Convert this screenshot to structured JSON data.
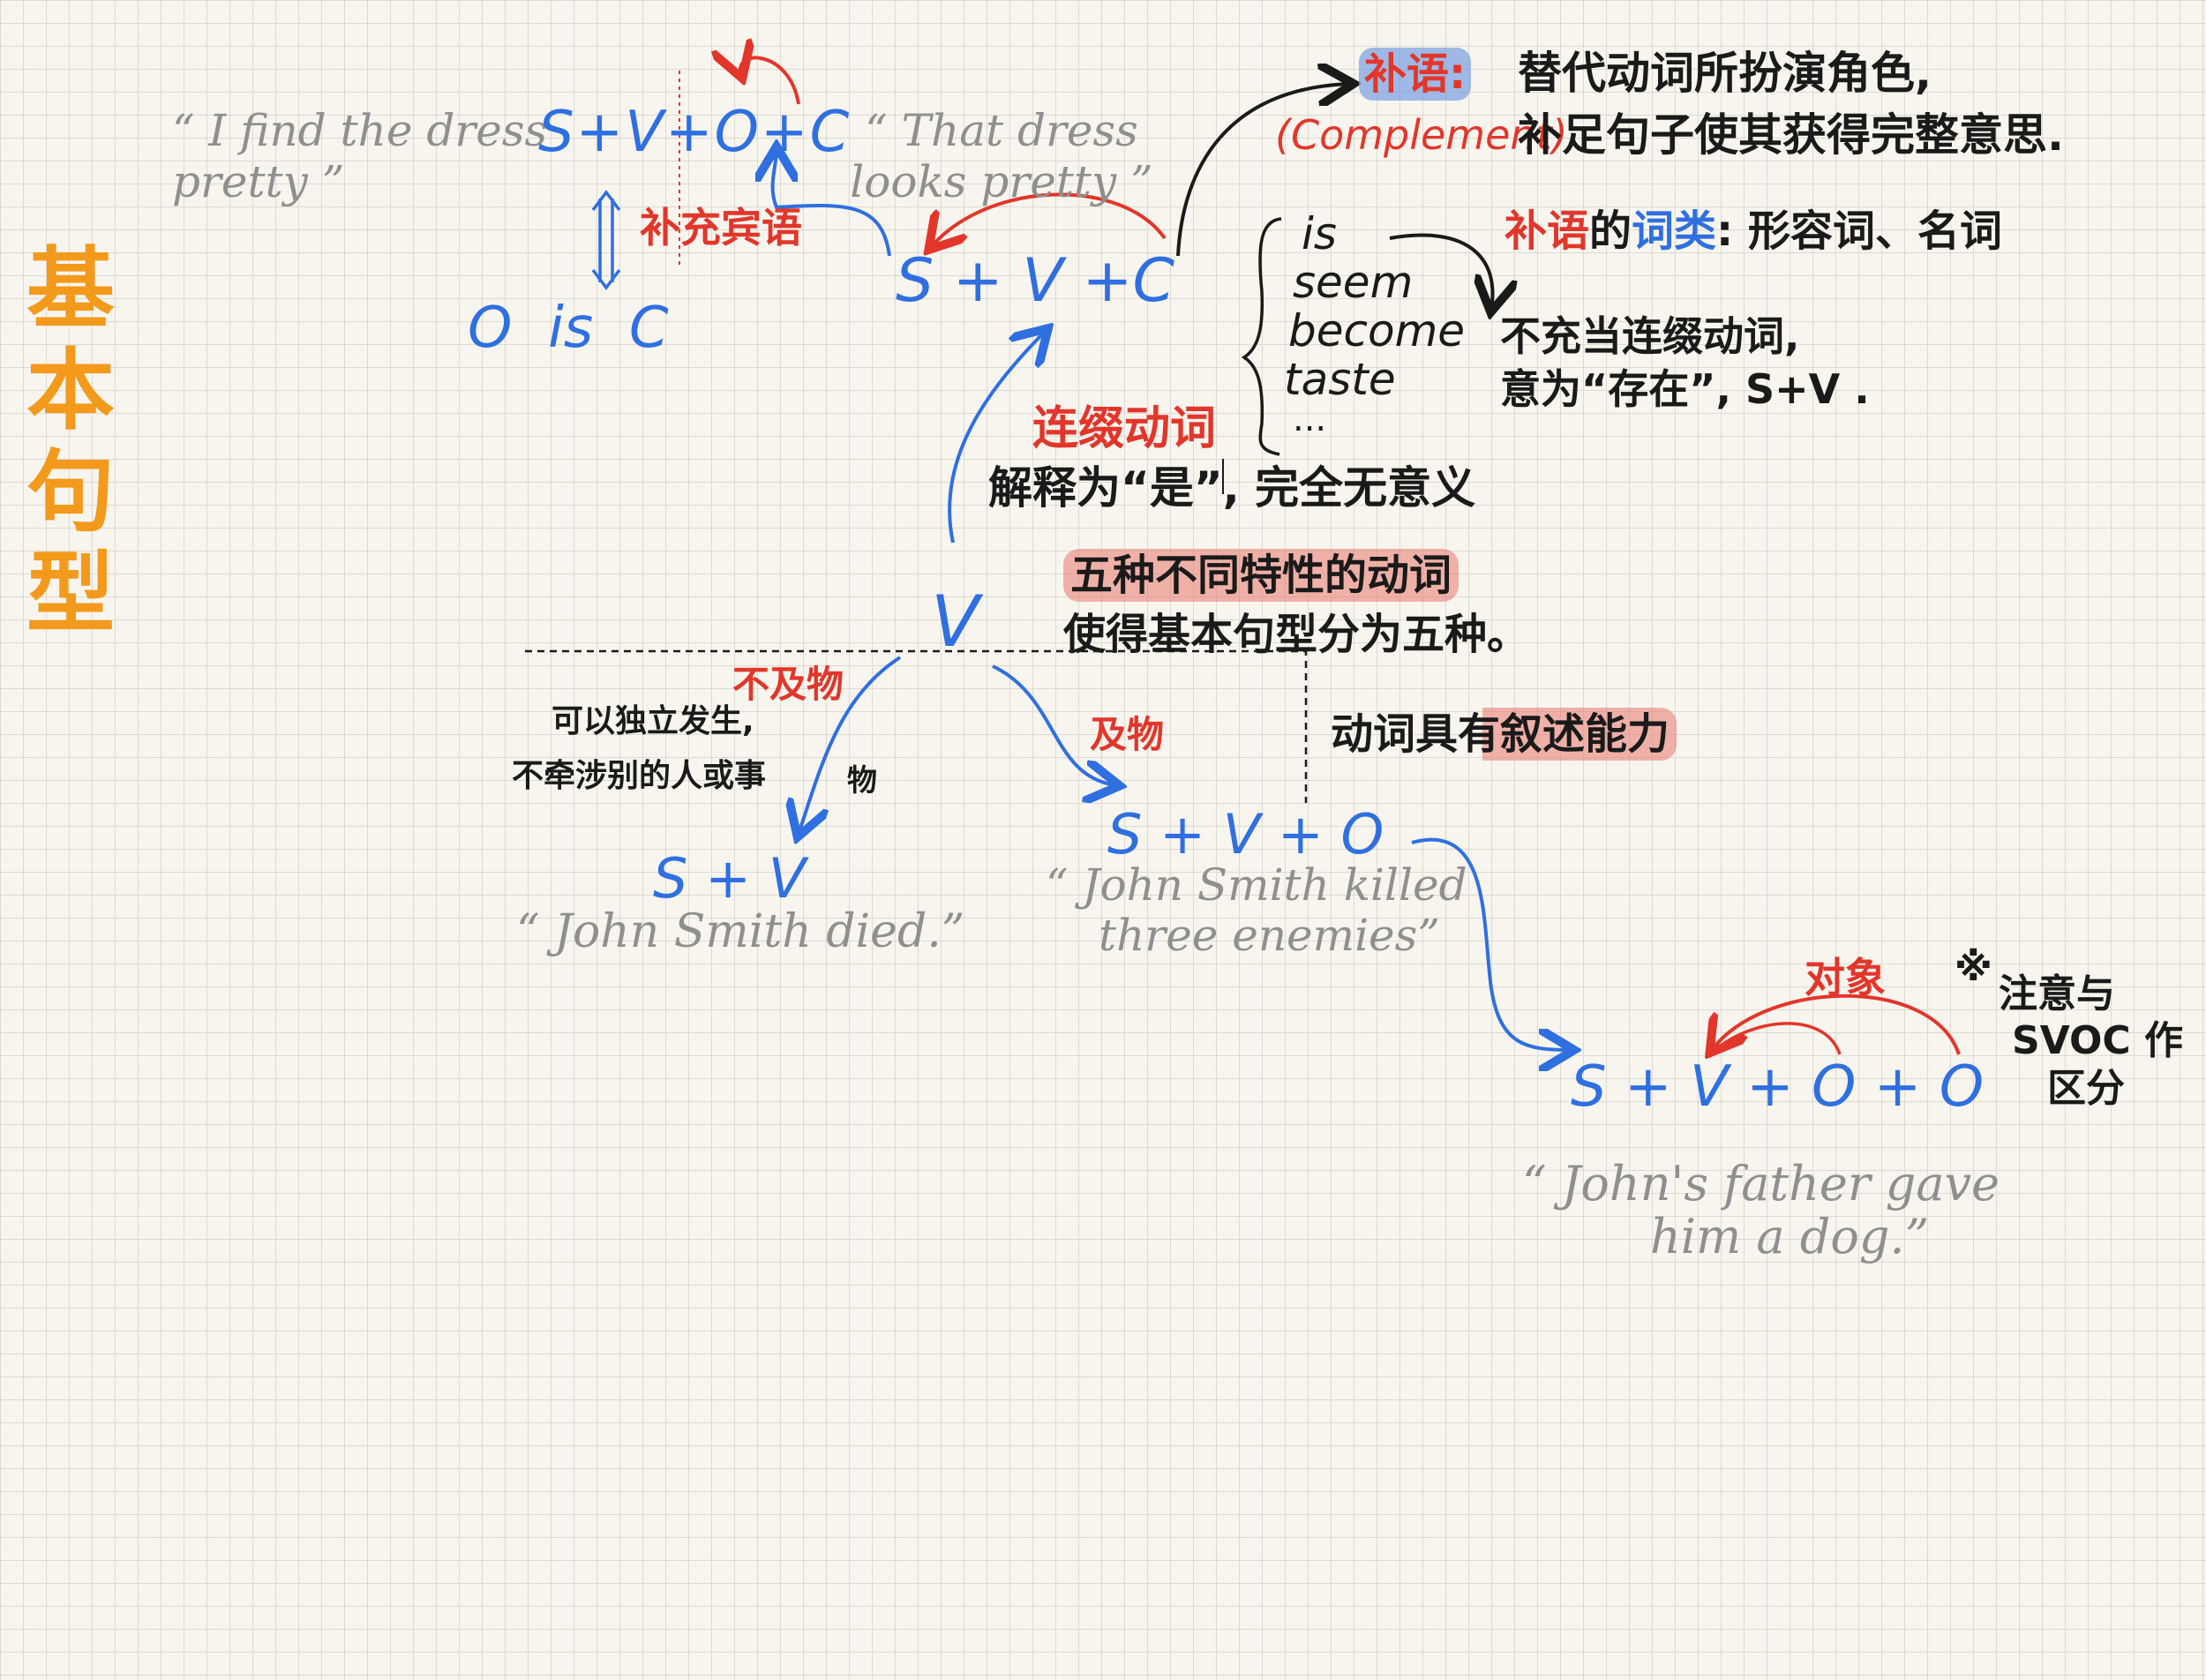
{
  "title_vertical": "基本句型",
  "svoc": {
    "formula": "S+V+O+C",
    "relation": "O  is  C",
    "label": "补充宾语",
    "example": "“ I find the dress pretty ”"
  },
  "svc": {
    "formula": "S + V +C",
    "example": "“ That dress looks pretty ”"
  },
  "complement": {
    "label": "补语:",
    "term": "(Complement)",
    "def_line1": "替代动词所扮演角色,",
    "def_line2": "补足句子使其获得完整意思."
  },
  "complement_pos": {
    "label_red": "补语",
    "label_red2": "的",
    "label_blue": "词类",
    "value": ": 形容词、名词"
  },
  "linking_verbs": {
    "items": [
      "is",
      "seem",
      "become",
      "taste",
      "..."
    ],
    "note_line1": "不充当连缀动词,",
    "note_line2": "意为“存在”, S+V ."
  },
  "linking_verb": {
    "label": "连缀动词",
    "desc": "解释为“是”, 完全无意义"
  },
  "verb_symbol": "V",
  "five_kinds": {
    "line1": "五种不同特性的动词",
    "line2": "使得基本句型分为五种。"
  },
  "narrative": "动词具有叙述能力",
  "intransitive": {
    "label": "不及物",
    "desc_line1": "可以独立发生,",
    "desc_line2": "不牵涉别的人或事",
    "desc_extra": "物"
  },
  "transitive": {
    "label": "及物"
  },
  "sv": {
    "formula": "S + V",
    "example": "“ John Smith died.”"
  },
  "svo": {
    "formula": "S + V + O",
    "example_line1": "“ John Smith killed",
    "example_line2": "three enemies”"
  },
  "svoo": {
    "formula": "S + V + O + O",
    "label": "对象",
    "example_line1": "“ John's father gave",
    "example_line2": "him a dog.”",
    "note_mark": "※",
    "note_line1": "注意与",
    "note_line2": "SVOC 作",
    "note_line3": "区分"
  },
  "colors": {
    "blue": "#2f6fe0",
    "red": "#e2362b",
    "black": "#1a1a1a",
    "gray": "#8f8f8f",
    "orange": "#f39a1c",
    "paper": "#f7f5ee",
    "grid": "#dcdad2"
  }
}
